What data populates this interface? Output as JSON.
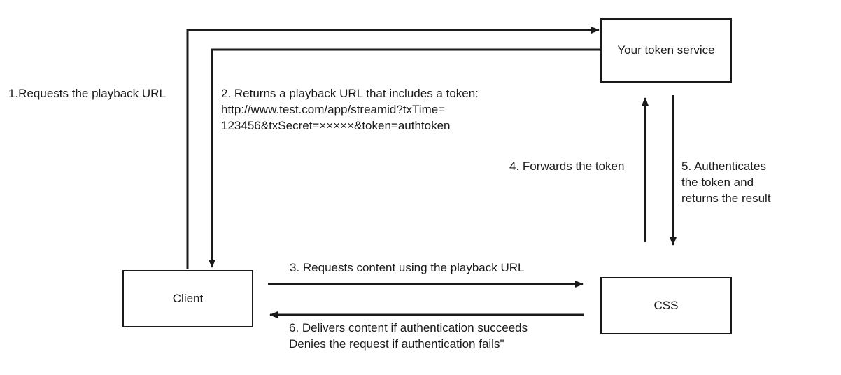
{
  "nodes": {
    "token_service": "Your token service",
    "client": "Client",
    "css": "CSS"
  },
  "steps": {
    "step1": "1.Requests the playback URL",
    "step2": [
      "2. Returns a playback URL that includes a token:",
      "http://www.test.com/app/streamid?txTime=",
      "123456&txSecret=×××××&token=authtoken"
    ],
    "step3": "3. Requests content using the playback URL",
    "step4": "4. Forwards the token",
    "step5": [
      "5. Authenticates",
      "the token and",
      "returns the result"
    ],
    "step6": [
      "6. Delivers content if authentication succeeds",
      "Denies the request if authentication fails\""
    ]
  },
  "colors": {
    "line": "#1a1a1a",
    "background": "#ffffff"
  }
}
